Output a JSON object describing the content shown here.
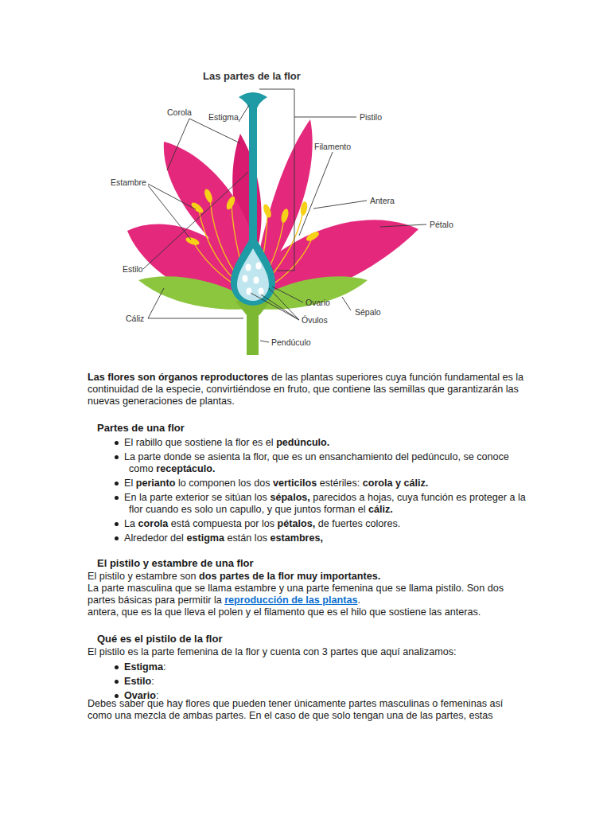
{
  "diagram": {
    "title": "Las partes de la flor",
    "labels": [
      "Corola",
      "Estigma",
      "Pistilo",
      "Filamento",
      "Estambre",
      "Antera",
      "Pétalo",
      "Estilo",
      "Ovario",
      "Sépalo",
      "Cáliz",
      "Óvulos",
      "Pendúculo",
      "Las flores son órganos reproductores",
      "de las plantas superiores cuya función fundamental es la continuidad de la especie, convirtiéndose en fruto, que contiene las semillas que garantizarán las nuevas generaciones de plantas.",
      "Partes de una flor",
      "El rabillo que sostiene la flor es el",
      "pedúnculo.",
      "La parte donde se asienta la flor, que es un ensanchamiento del pedúnculo, se conoce como",
      "receptáculo.",
      "El",
      "perianto",
      "lo componen los dos",
      "verticilos",
      "estériles:",
      "corola y cáliz.",
      "En la parte exterior se sitúan los",
      "sépalos,",
      "parecidos a hojas, cuya función es proteger a la flor cuando es solo un capullo, y que juntos forman el",
      "cáliz.",
      "La",
      "corola",
      "está compuesta por los",
      "pétalos,",
      "de fuertes colores.",
      "Alrededor del",
      "estigma",
      "están los",
      "estambres,",
      "El pistilo y estambre de una flor",
      "El pistilo y estambre son",
      "dos partes de la flor muy importantes.",
      "La parte masculina que se llama estambre y una parte femenina que se llama pistilo. Son dos partes básicas para permitir la",
      "reproducción de las plantas",
      ".",
      "antera, que es la que lleva el polen y el filamento que es el hilo que sostiene las anteras.",
      "Qué es el pistilo de la flor",
      "El pistilo es la parte femenina de la flor y cuenta con 3 partes que aquí analizamos:",
      "Estigma",
      ":",
      "Estilo",
      ":",
      "Ovario",
      ":",
      "Debes saber que hay flores que pueden tener únicamente partes masculinas o femeninas así como una mezcla de ambas partes. En el caso de que solo tengan una de las partes, estas"
    ]
  }
}
